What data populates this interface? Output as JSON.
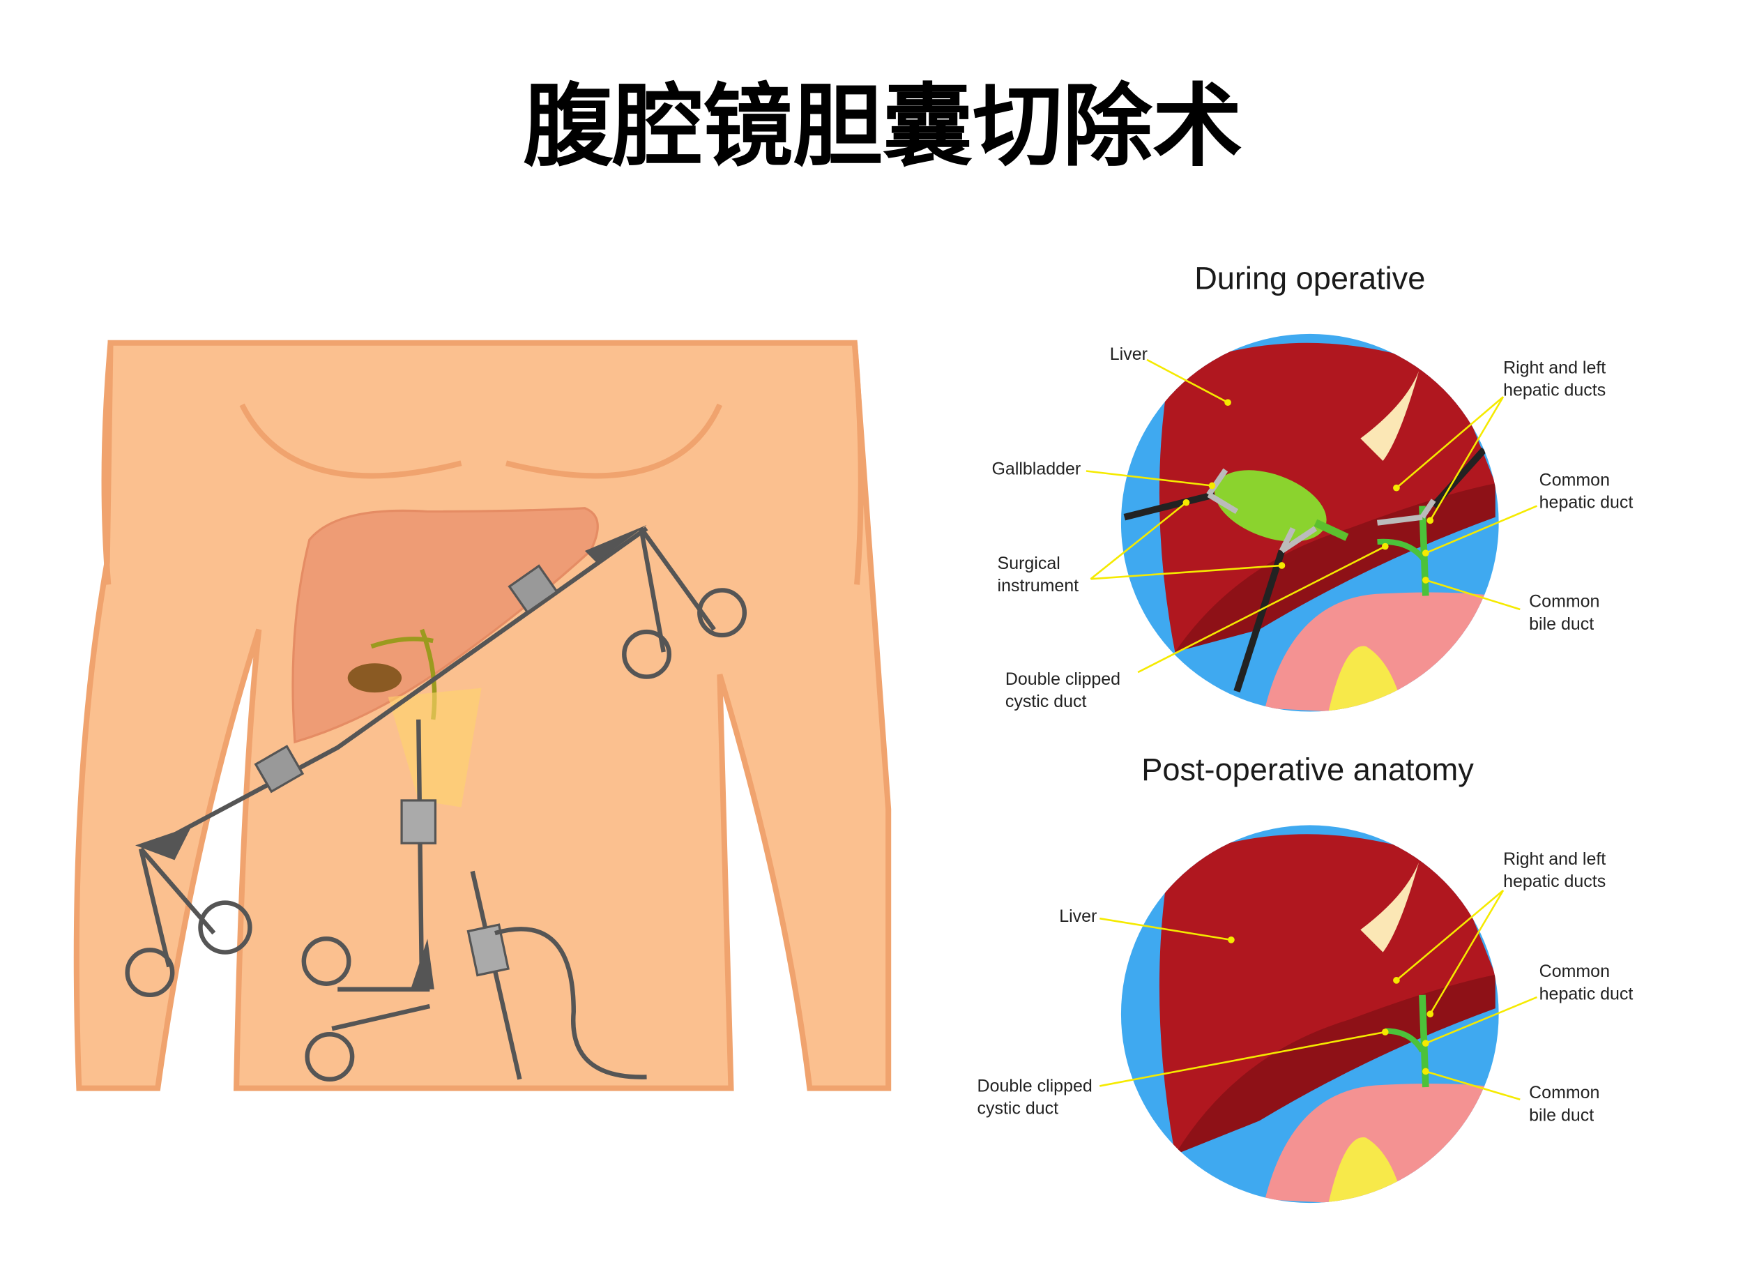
{
  "title": "腹腔镜胆囊切除术",
  "colors": {
    "skin": "#FBC08F",
    "skin_outline": "#F0A36E",
    "liver": "#B0171F",
    "liver_dark": "#8E1117",
    "blue": "#3FA9F0",
    "gallbladder": "#8BD32E",
    "stomach": "#F49292",
    "label_line": "#F5EA00"
  },
  "during": {
    "heading": "During operative",
    "labels": {
      "liver": "Liver",
      "gallbladder": "Gallbladder",
      "surgical_1": "Surgical",
      "surgical_2": "instrument",
      "clipped_1": "Double clipped",
      "clipped_2": "cystic duct",
      "rl_hepatic_1": "Right and left",
      "rl_hepatic_2": "hepatic ducts",
      "common_hepatic_1": "Common",
      "common_hepatic_2": "hepatic duct",
      "common_bile_1": "Common",
      "common_bile_2": "bile duct"
    }
  },
  "post": {
    "heading": "Post-operative anatomy",
    "labels": {
      "liver": "Liver",
      "clipped_1": "Double clipped",
      "clipped_2": "cystic duct",
      "rl_hepatic_1": "Right and left",
      "rl_hepatic_2": "hepatic ducts",
      "common_hepatic_1": "Common",
      "common_hepatic_2": "hepatic duct",
      "common_bile_1": "Common",
      "common_bile_2": "bile duct"
    }
  }
}
